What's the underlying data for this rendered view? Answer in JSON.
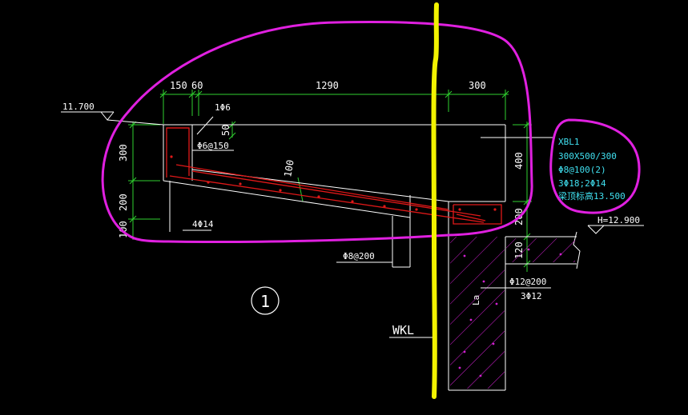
{
  "colors": {
    "background": "#000000",
    "dimension": "#2fd12f",
    "outline": "#ffffff",
    "rebar": "#e01818",
    "annotation": "#40e0f0",
    "hatch": "#d020d0",
    "highlight_circle": "#e020e0",
    "highlight_line": "#f2f200"
  },
  "dimensions": {
    "top": [
      "150",
      "60",
      "1290",
      "300"
    ],
    "left": [
      "300",
      "200",
      "100"
    ],
    "slope_thickness": "100",
    "top_small": "50",
    "right": [
      "400",
      "200",
      "120"
    ]
  },
  "levels": {
    "top_level": "11.700",
    "right_level": "H=12.900"
  },
  "labels": {
    "top_bar": "1Φ6",
    "stirrup_left": "Φ6@150",
    "bottom_left_bars": "4Φ14",
    "mid_stirrup": "Φ8@200",
    "beam_stirrup": "Φ12@200",
    "beam_bars": "3Φ12",
    "anchor": "La",
    "beam_name": "WKL",
    "section_number": "1"
  },
  "beam_spec": {
    "name": "XBL1",
    "size": "300X500/300",
    "stirrups": "Φ8@100(2)",
    "bars": "3Φ18;2Φ14",
    "level": "梁顶标高13.500"
  }
}
